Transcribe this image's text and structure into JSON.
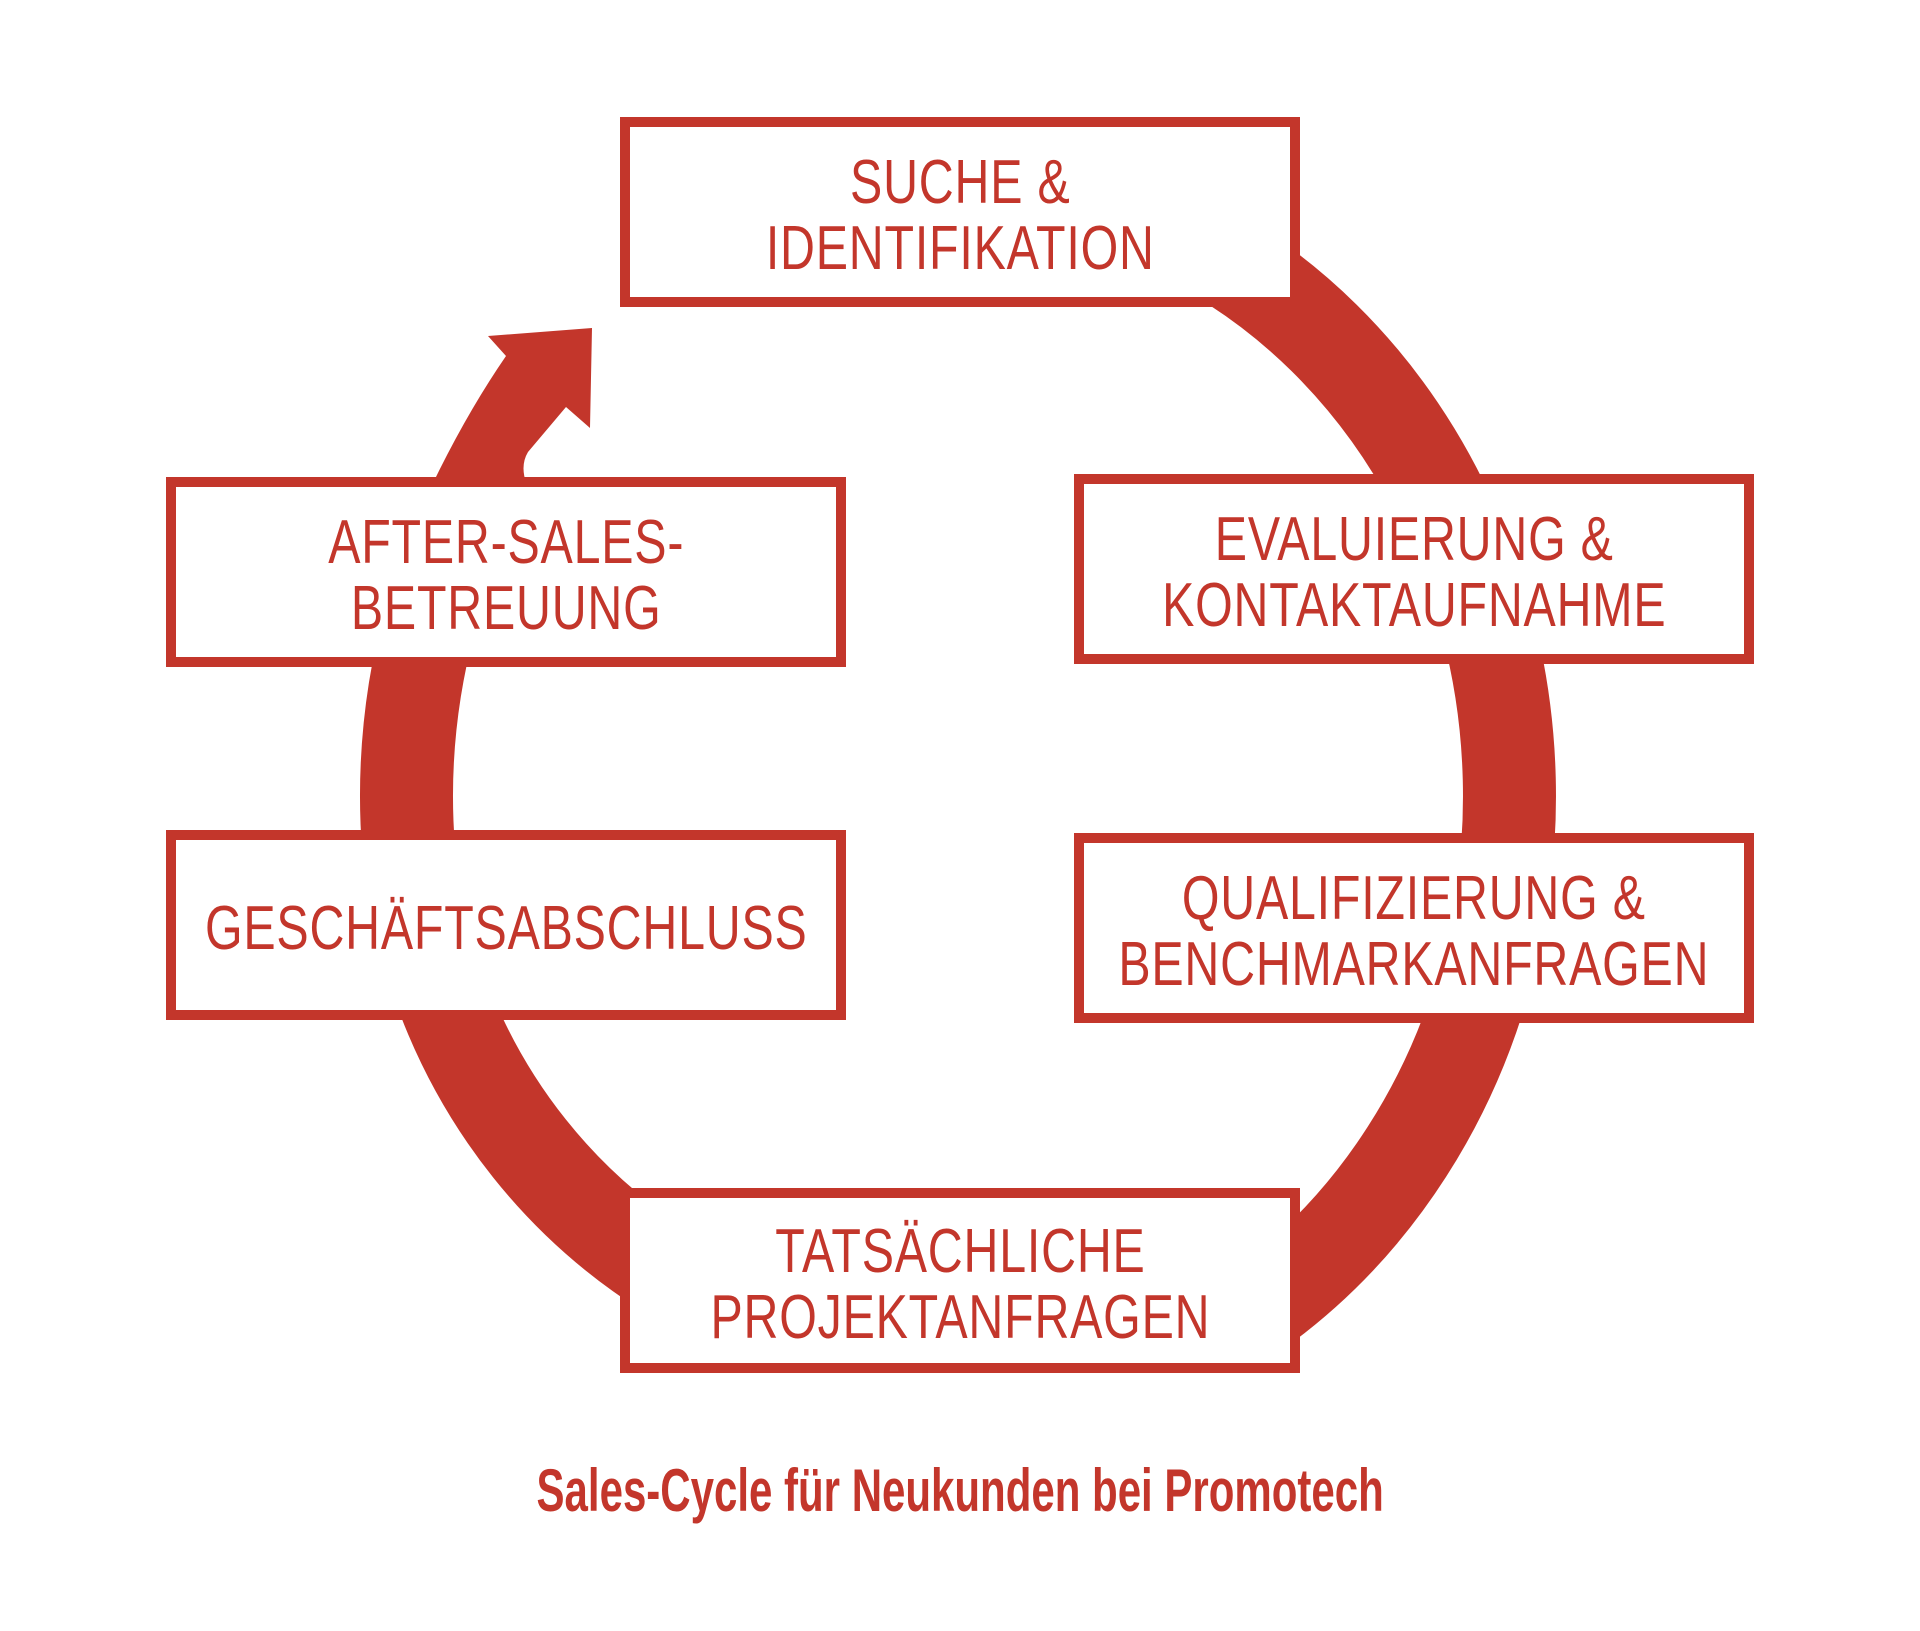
{
  "diagram": {
    "caption": "Sales-Cycle für Neukunden bei Promotech",
    "accent_color": "#C3362B",
    "background_color": "#FFFFFF",
    "cycle_direction": "clockwise",
    "steps": [
      {
        "id": "suche-identifikation",
        "position": "top",
        "line1": "SUCHE &",
        "line2": "IDENTIFIKATION"
      },
      {
        "id": "evaluierung-kontaktaufnahme",
        "position": "right-upper",
        "line1": "EVALUIERUNG &",
        "line2": "KONTAKTAUFNAHME"
      },
      {
        "id": "qualifizierung-benchmarkanfragen",
        "position": "right-lower",
        "line1": "QUALIFIZIERUNG &",
        "line2": "BENCHMARKANFRAGEN"
      },
      {
        "id": "tatsaechliche-projektanfragen",
        "position": "bottom",
        "line1": "TATSÄCHLICHE",
        "line2": "PROJEKTANFRAGEN"
      },
      {
        "id": "geschaeftsabschluss",
        "position": "left-lower",
        "line1": "GESCHÄFTSABSCHLUSS",
        "line2": ""
      },
      {
        "id": "after-sales-betreuung",
        "position": "left-upper",
        "line1": "AFTER-SALES-",
        "line2": "BETREUUNG"
      }
    ]
  }
}
